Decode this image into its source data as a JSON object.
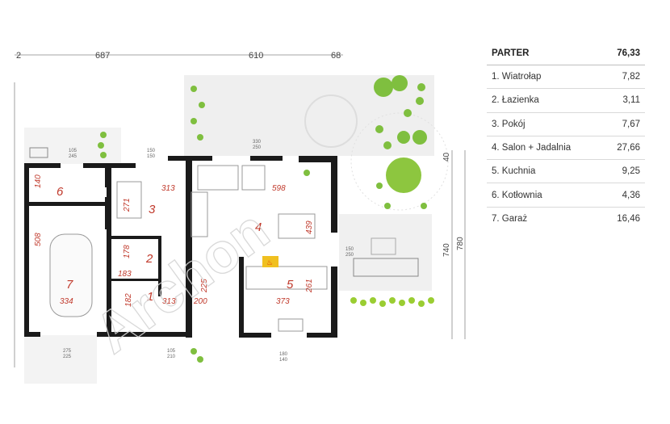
{
  "dimensions": {
    "top": [
      "2",
      "687",
      "610",
      "68"
    ],
    "right": [
      "40",
      "740",
      "780"
    ]
  },
  "rooms": [
    {
      "num": "1",
      "name": "Wiatrołap",
      "area": "7,82"
    },
    {
      "num": "2",
      "name": "Łazienka",
      "area": "3,11"
    },
    {
      "num": "3",
      "name": "Pokój",
      "area": "7,67"
    },
    {
      "num": "4",
      "name": "Salon + Jadalnia",
      "area": "27,66"
    },
    {
      "num": "5",
      "name": "Kuchnia",
      "area": "9,25"
    },
    {
      "num": "6",
      "name": "Kotłownia",
      "area": "4,36"
    },
    {
      "num": "7",
      "name": "Garaż",
      "area": "16,46"
    }
  ],
  "table": {
    "title": "PARTER",
    "total": "76,33",
    "items": [
      {
        "label": "1. Wiatrołap",
        "value": "7,82"
      },
      {
        "label": "2. Łazienka",
        "value": "3,11"
      },
      {
        "label": "3. Pokój",
        "value": "7,67"
      },
      {
        "label": "4. Salon + Jadalnia",
        "value": "27,66"
      },
      {
        "label": "5. Kuchnia",
        "value": "9,25"
      },
      {
        "label": "6. Kotłownia",
        "value": "4,36"
      },
      {
        "label": "7. Garaż",
        "value": "16,46"
      }
    ]
  },
  "room_dims": {
    "d140": "140",
    "d313a": "313",
    "d271": "271",
    "d598": "598",
    "d508": "508",
    "d439": "439",
    "d178": "178",
    "d183": "183",
    "d225": "225",
    "d182": "182",
    "d313b": "313",
    "d200": "200",
    "d373": "373",
    "d261": "261",
    "d334": "334"
  },
  "windows": {
    "w1": [
      "105",
      "245"
    ],
    "w2": [
      "150",
      "150"
    ],
    "w3": [
      "330",
      "250"
    ],
    "w4": [
      "150",
      "250"
    ],
    "w5": [
      "105",
      "210"
    ],
    "w6": [
      "180",
      "140"
    ],
    "w7": [
      "275",
      "225"
    ]
  },
  "watermark": "Archon",
  "colors": {
    "wall": "#1a1a1a",
    "room_label": "#c0392b",
    "dim": "#555555",
    "terrace": "#f2f2f2",
    "plant": "#7fbf3f"
  }
}
